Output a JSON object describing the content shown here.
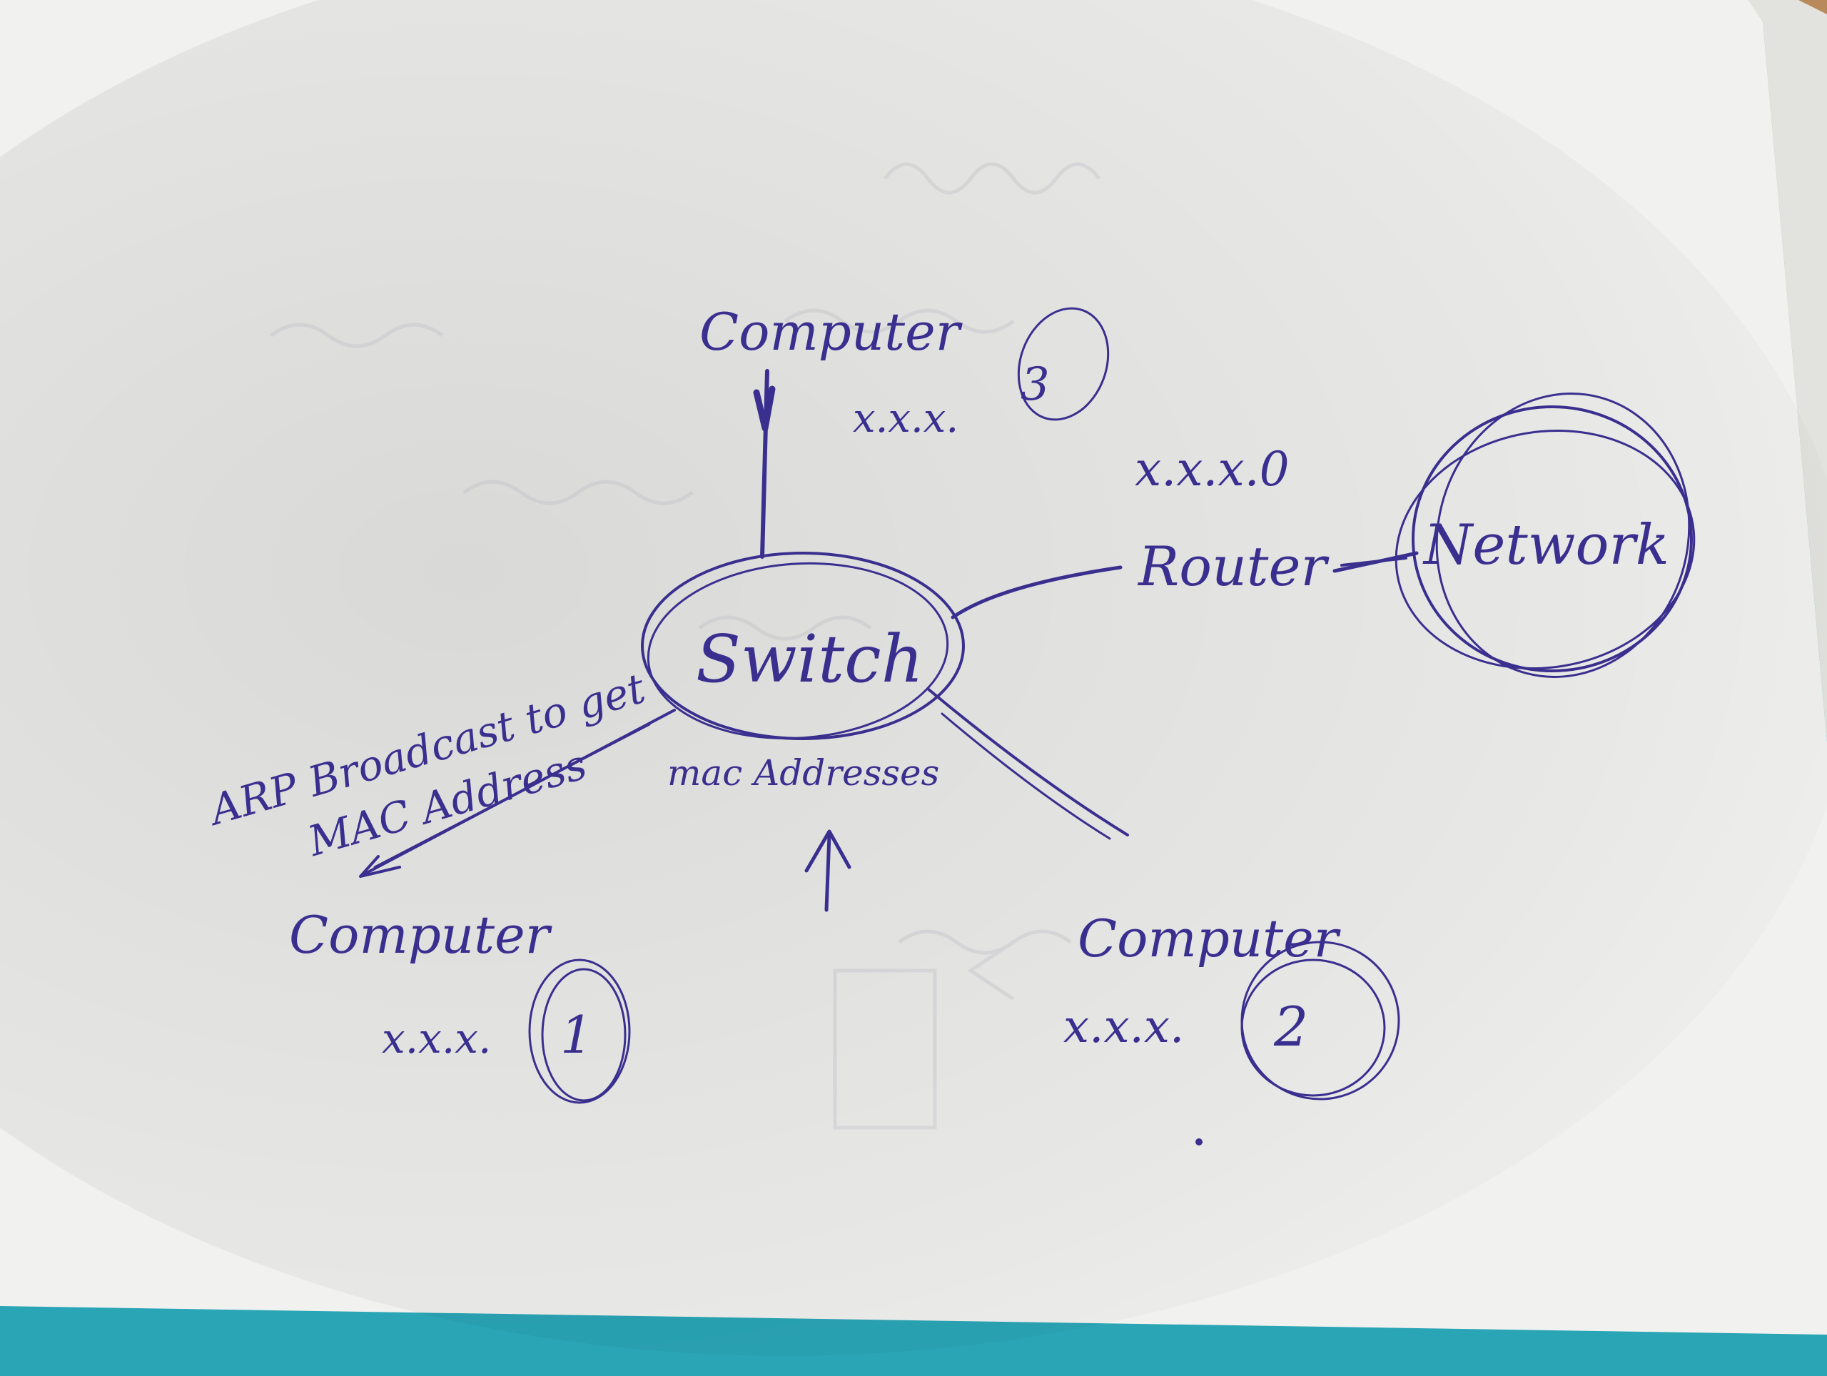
{
  "colors": {
    "paper": "#f1f1ef",
    "paper_shadow": "#d9d9d6",
    "ink": "#3a2f8f",
    "background_cloth": "#2aa5b5",
    "desk_wood": "#b8895a"
  },
  "diagram": {
    "hub": {
      "label": "Switch",
      "sublabel": "mac Addresses"
    },
    "nodes": {
      "computer_top": {
        "label": "Computer",
        "ip": "x.x.x.",
        "ip_suffix": "3"
      },
      "computer_left": {
        "label": "Computer",
        "ip": "x.x.x.",
        "ip_suffix": "1"
      },
      "computer_right": {
        "label": "Computer",
        "ip": "x.x.x.",
        "ip_suffix": "2"
      },
      "router": {
        "label": "Router",
        "ip": "x.x.x.0"
      },
      "network": {
        "label": "Network"
      }
    },
    "annotation": {
      "line1": "ARP Broadcast to get",
      "line2": "MAC Address"
    }
  }
}
